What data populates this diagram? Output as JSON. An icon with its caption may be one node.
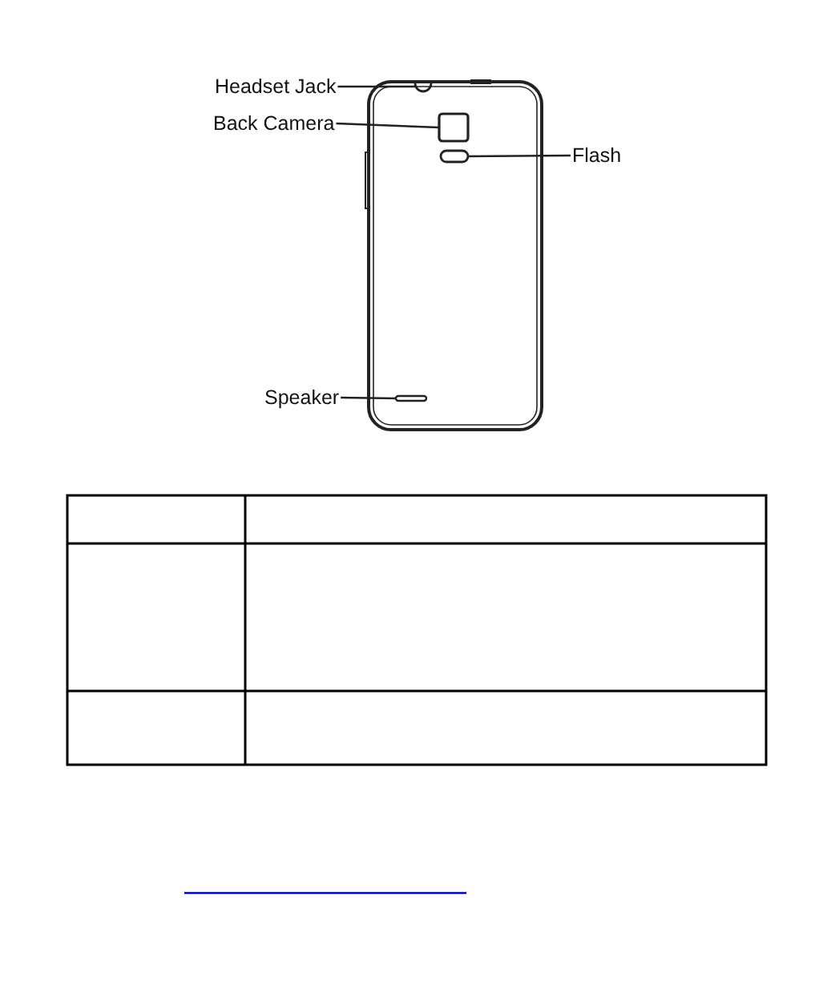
{
  "diagram": {
    "nodes": [
      {
        "text": [
          "Headset Jack"
        ]
      },
      {
        "text": [
          "Back Camera"
        ]
      },
      {
        "text": [
          "Flash"
        ]
      },
      {
        "text": [
          "Speaker"
        ]
      },
      {
        "text": [],
        "shape": "circle"
      },
      {
        "text": [],
        "shape": "box"
      },
      {
        "text": [],
        "shape": "box"
      },
      {
        "text": [],
        "shape": "bar"
      }
    ],
    "edges": [
      {
        "from": 0,
        "to": 4,
        "arrow": "none"
      },
      {
        "from": 1,
        "to": 5,
        "arrow": "none"
      },
      {
        "from": 2,
        "to": 6,
        "arrow": "none"
      },
      {
        "from": 3,
        "to": 7,
        "arrow": "none"
      }
    ]
  }
}
